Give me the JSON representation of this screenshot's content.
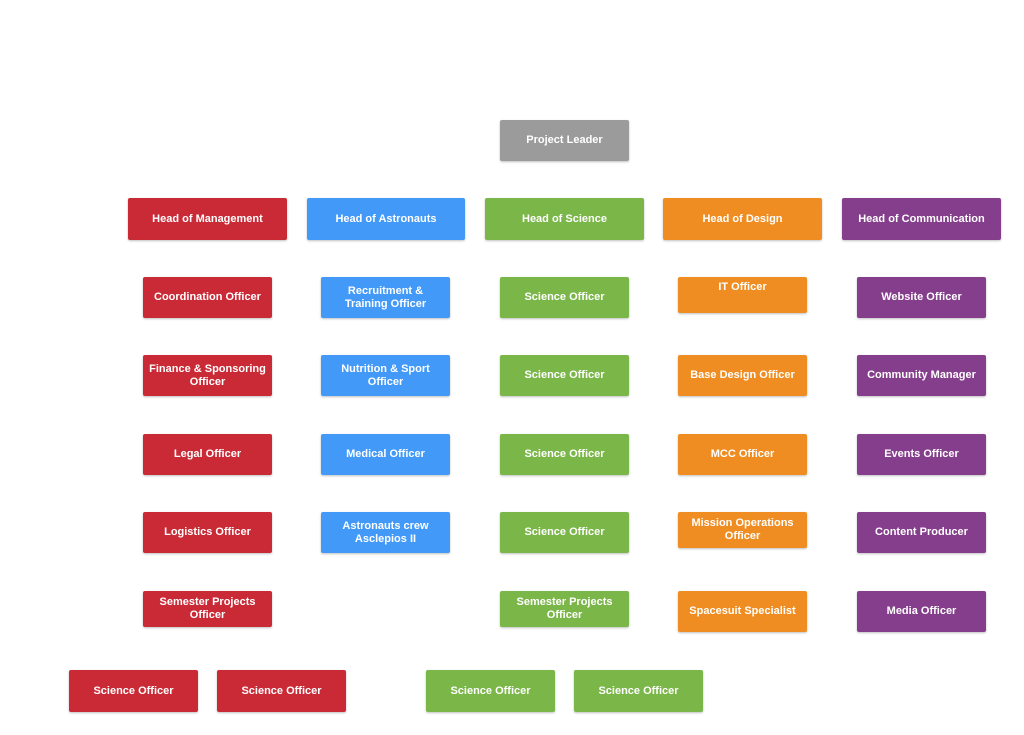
{
  "colors": {
    "leader": "#9b9b9b",
    "management": "#c92a36",
    "astronauts": "#4299f7",
    "science": "#7ab648",
    "design": "#ef8d22",
    "communication": "#843e8b"
  },
  "leader": "Project Leader",
  "heads": {
    "management": "Head of Management",
    "astronauts": "Head of Astronauts",
    "science": "Head of Science",
    "design": "Head of Design",
    "communication": "Head of Communication"
  },
  "management": [
    "Coordination Officer",
    "Finance & Sponsoring Officer",
    "Legal Officer",
    "Logistics Officer",
    "Semester Projects Officer",
    "Science Officer",
    "Science Officer"
  ],
  "astronauts": [
    "Recruitment & Training Officer",
    "Nutrition & Sport Officer",
    "Medical Officer",
    "Astronauts crew Asclepios II"
  ],
  "science": [
    "Science Officer",
    "Science Officer",
    "Science Officer",
    "Science Officer",
    "Semester Projects Officer",
    "Science Officer",
    "Science Officer"
  ],
  "design": [
    "IT Officer",
    "Base Design Officer",
    "MCC Officer",
    "Mission Operations Officer",
    "Spacesuit Specialist"
  ],
  "communication": [
    "Website Officer",
    "Community Manager",
    "Events Officer",
    "Content Producer",
    "Media Officer"
  ]
}
